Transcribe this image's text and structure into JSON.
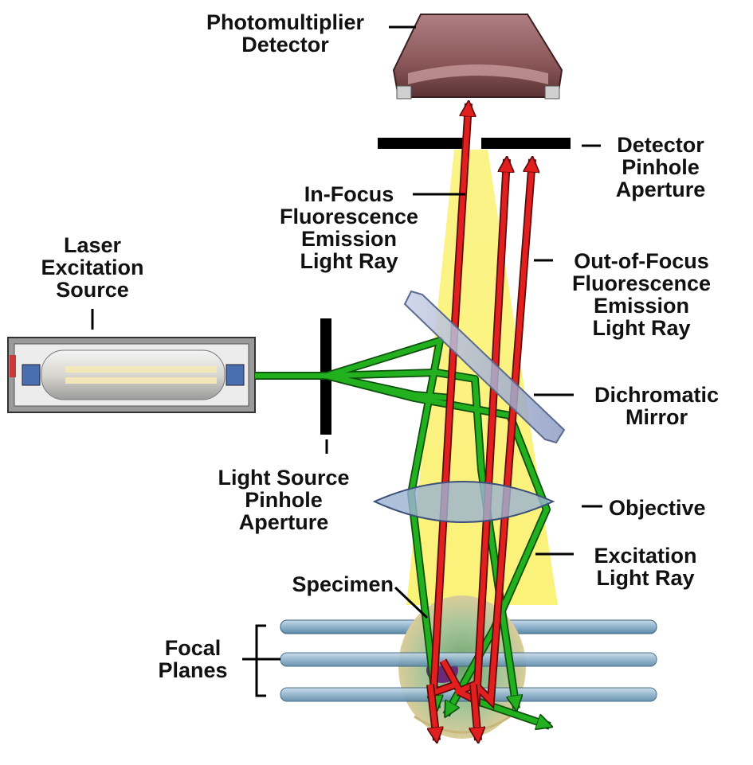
{
  "labels": {
    "photomultiplier": "Photomultiplier\nDetector",
    "detector_pinhole": "Detector\nPinhole\nAperture",
    "in_focus": "In-Focus\nFluorescence\nEmission\nLight Ray",
    "out_of_focus": "Out-of-Focus\nFluorescence\nEmission\nLight Ray",
    "laser": "Laser\nExcitation\nSource",
    "dichromatic": "Dichromatic\nMirror",
    "light_source_pinhole": "Light Source\nPinhole\nAperture",
    "objective": "Objective",
    "excitation": "Excitation\nLight Ray",
    "specimen": "Specimen",
    "focal_planes": "Focal\nPlanes"
  },
  "colors": {
    "emission_ray": "#e21f1f",
    "excitation_ray": "#22b01e",
    "cone": "#fbf27a",
    "focal_plane": "#8fb3cc",
    "detector": "#8d5a5a",
    "aperture": "#000000"
  }
}
